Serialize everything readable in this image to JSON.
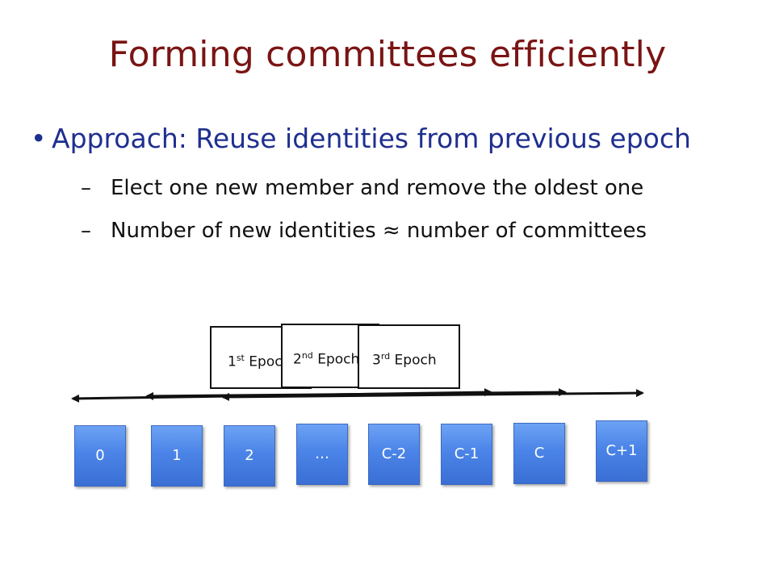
{
  "title": "Forming committees efficiently",
  "bullet": {
    "marker": "•",
    "text": "Approach: Reuse identities from previous epoch"
  },
  "subbullets": [
    {
      "marker": "–",
      "text": "Elect one new member and remove the oldest one"
    },
    {
      "marker": "–",
      "text": "Number of new identities ≈ number of committees"
    }
  ],
  "epochs": [
    {
      "num": "1",
      "sup": "st",
      "label": "Epoch"
    },
    {
      "num": "2",
      "sup": "nd",
      "label": "Epoch"
    },
    {
      "num": "3",
      "sup": "rd",
      "label": "Epoch"
    }
  ],
  "nodes": [
    "0",
    "1",
    "2",
    "…",
    "C-2",
    "C-1",
    "C",
    "C+1"
  ],
  "colors": {
    "title": "#7a1414",
    "bullet": "#1f2f8f",
    "node": "#4b84e8"
  }
}
